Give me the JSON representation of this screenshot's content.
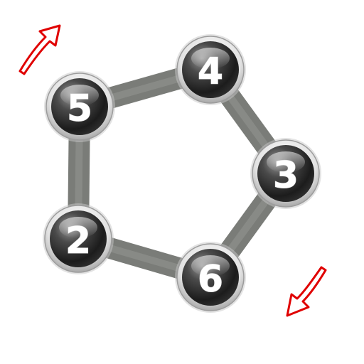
{
  "puzzle": {
    "nodes": [
      {
        "id": "node-5",
        "label": "5"
      },
      {
        "id": "node-4",
        "label": "4"
      },
      {
        "id": "node-3",
        "label": "3"
      },
      {
        "id": "node-6",
        "label": "6"
      },
      {
        "id": "node-2",
        "label": "2"
      }
    ],
    "connections": [
      [
        "node-5",
        "node-4"
      ],
      [
        "node-4",
        "node-3"
      ],
      [
        "node-3",
        "node-6"
      ],
      [
        "node-6",
        "node-2"
      ],
      [
        "node-2",
        "node-5"
      ]
    ]
  },
  "controls": {
    "rotate_arrows": [
      {
        "name": "rotate-arrow-top-left-icon",
        "direction": "clockwise"
      },
      {
        "name": "rotate-arrow-bottom-right-icon",
        "direction": "clockwise"
      }
    ]
  },
  "colors": {
    "arrow": "#e00000",
    "edge": "#7a7c78",
    "edge_light": "#9a9c98",
    "node_ring": "#e6e6e6",
    "node_dark": "#1e1e1e",
    "node_mid": "#5a5a5a",
    "label": "#ffffff"
  }
}
